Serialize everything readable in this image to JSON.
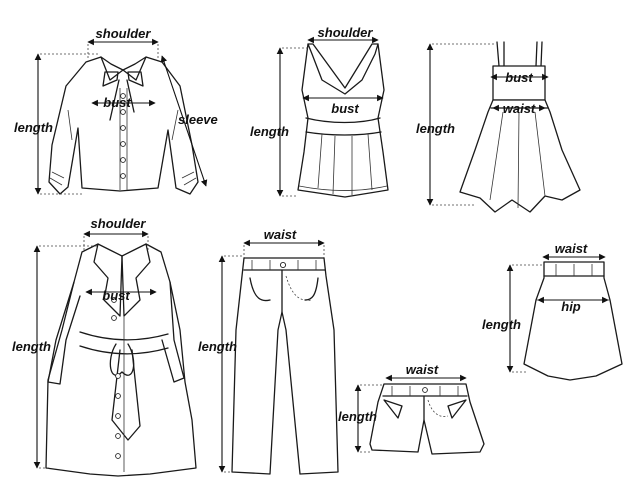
{
  "garments": [
    {
      "id": "blouse",
      "labels": {
        "shoulder": "shoulder",
        "bust": "bust",
        "length": "length",
        "sleeve": "sleeve"
      }
    },
    {
      "id": "camisole",
      "labels": {
        "shoulder": "shoulder",
        "bust": "bust",
        "length": "length"
      }
    },
    {
      "id": "sundress",
      "labels": {
        "bust": "bust",
        "waist": "waist",
        "length": "length"
      }
    },
    {
      "id": "trench-coat",
      "labels": {
        "shoulder": "shoulder",
        "bust": "bust",
        "length": "length"
      }
    },
    {
      "id": "trousers",
      "labels": {
        "waist": "waist",
        "length": "length"
      }
    },
    {
      "id": "shorts",
      "labels": {
        "waist": "waist",
        "length": "length"
      }
    },
    {
      "id": "skirt",
      "labels": {
        "waist": "waist",
        "hip": "hip",
        "length": "length"
      }
    }
  ]
}
